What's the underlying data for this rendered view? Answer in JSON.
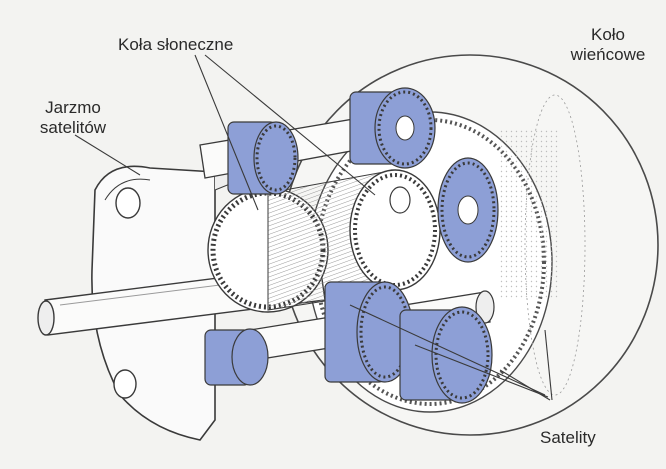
{
  "labels": {
    "sun_gears": "Koła słoneczne",
    "carrier_line1": "Jarzmo",
    "carrier_line2": "satelitów",
    "ring_line1": "Koło",
    "ring_line2": "wieńcowe",
    "planets": "Satelity"
  },
  "colors": {
    "background": "#f3f3f1",
    "planet_gear_blue": "#8d9fd6",
    "planet_gear_blue_dark": "#6d80bd",
    "outline": "#3a3a3a",
    "metal_light": "#fbfbfa"
  }
}
